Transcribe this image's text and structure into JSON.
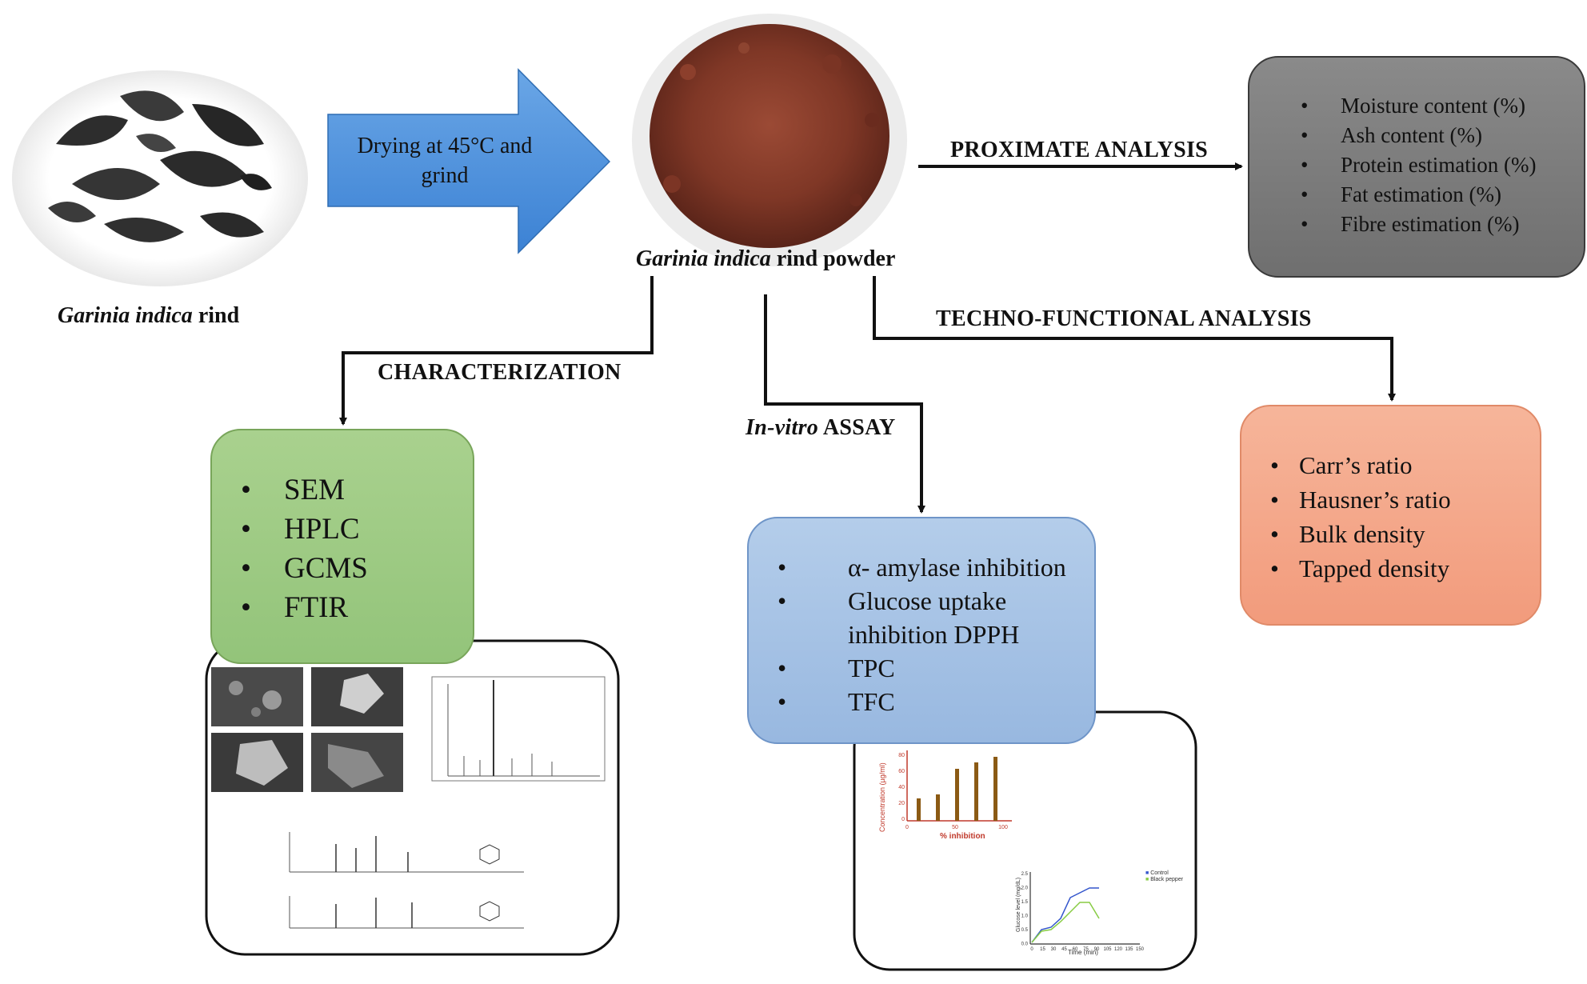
{
  "rind": {
    "caption_italic": "Garinia indica",
    "caption_rest": " rind"
  },
  "drying": {
    "line1": "Drying at 45°C and",
    "line2": "grind"
  },
  "powder": {
    "caption_italic": "Garinia indica",
    "caption_rest": " rind powder"
  },
  "proximate": {
    "label": "PROXIMATE ANALYSIS",
    "items": [
      "Moisture content (%)",
      "Ash content (%)",
      "Protein estimation (%)",
      "Fat estimation (%)",
      "Fibre estimation (%)"
    ]
  },
  "characterization": {
    "label": "CHARACTERIZATION",
    "items": [
      "SEM",
      "HPLC",
      "GCMS",
      "FTIR"
    ]
  },
  "invitro": {
    "label_italic": "In-vitro",
    "label_rest": " ASSAY",
    "items": [
      "α- amylase inhibition",
      "Glucose uptake",
      "inhibition DPPH",
      "TPC",
      "TFC"
    ]
  },
  "techno": {
    "label": "TECHNO-FUNCTIONAL ANALYSIS",
    "items": [
      "Carr’s ratio",
      "Hausner’s ratio",
      "Bulk density",
      "Tapped density"
    ]
  },
  "mini_bar": {
    "ylabel": "Concentration (µg/ml)",
    "xlabel": "% inhibition",
    "ticks_y": [
      "80",
      "60",
      "40",
      "20",
      "0"
    ],
    "ticks_x": [
      "0",
      "50",
      "100"
    ],
    "values": [
      28,
      33,
      65,
      73,
      80
    ]
  },
  "mini_line": {
    "ylabel": "Glucose level (mg/dL)",
    "xlabel": "Time (min)",
    "x_ticks": [
      "0",
      "15",
      "30",
      "45",
      "60",
      "75",
      "90",
      "105",
      "120",
      "135",
      "150"
    ],
    "y_ticks": [
      "2.5",
      "2.0",
      "1.5",
      "1.0",
      "0.5",
      "0.0"
    ],
    "legend": [
      "Control",
      "Black pepper"
    ],
    "colors": [
      "#3355cc",
      "#88cc44"
    ]
  },
  "bullet": "•"
}
